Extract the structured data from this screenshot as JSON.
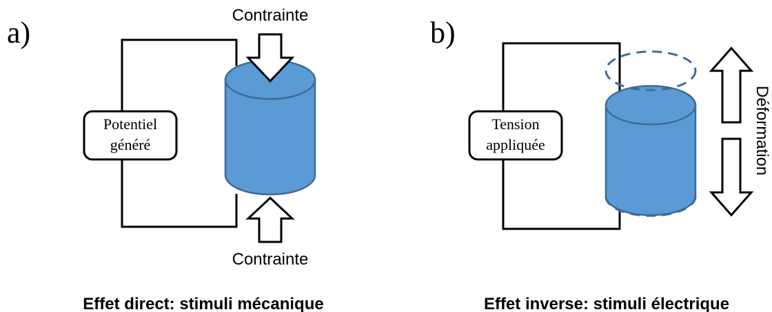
{
  "colors": {
    "cylinder_fill": "#5b9bd5",
    "cylinder_stroke": "#3f6a96",
    "line": "#000000",
    "background": "#ffffff"
  },
  "panel_a": {
    "letter": "a)",
    "box_line1": "Potentiel",
    "box_line2": "généré",
    "top_label": "Contrainte",
    "bottom_label": "Contrainte",
    "caption": "Effet direct: stimuli mécanique"
  },
  "panel_b": {
    "letter": "b)",
    "box_line1": "Tension",
    "box_line2": "appliquée",
    "side_label": "Déformation",
    "caption": "Effet inverse: stimuli électrique"
  }
}
